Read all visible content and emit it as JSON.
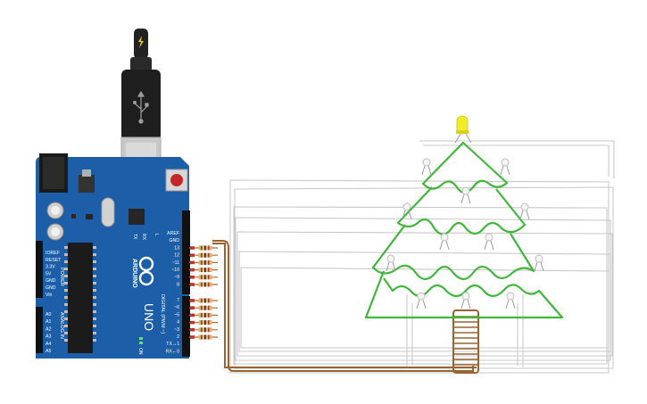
{
  "board": {
    "brand": "ARDUINO",
    "model": "UNO",
    "on_label": "ON",
    "tx_label": "TX",
    "rx_label": "RX",
    "l_label": "L",
    "power_header_label": "POWER",
    "analog_header_label": "ANALOG IN",
    "digital_header_label": "DIGITAL (PWM ~)",
    "power_pins": [
      "IOREF",
      "RESET",
      "3.3V",
      "5V",
      "GND",
      "GND",
      "Vin"
    ],
    "analog_pins": [
      "A0",
      "A1",
      "A2",
      "A3",
      "A4",
      "A5"
    ],
    "digital_pins_upper": [
      "AREF",
      "GND",
      "13",
      "12",
      "~11",
      "~10",
      "~9",
      "8"
    ],
    "digital_pins_lower": [
      "7",
      "~6",
      "~5",
      "4",
      "~3",
      "2",
      "TX→1",
      "RX←0"
    ]
  },
  "colors": {
    "board_blue": "#1c5fa8",
    "led_green_wire": "#3fb83a",
    "common_wire_brown": "#9a6431",
    "top_led_yellow": "#f2ec2a",
    "resistor_tan": "#e0b27a",
    "power_icon": "#f5c518"
  },
  "icons": {
    "power": "lightning-bolt-icon",
    "usb": "usb-symbol-icon",
    "logo": "infinity-logo-icon"
  }
}
